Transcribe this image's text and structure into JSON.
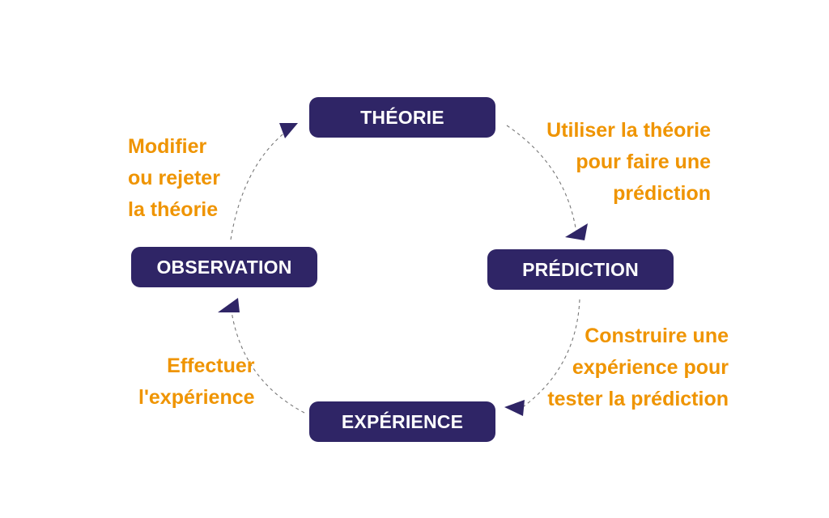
{
  "colors": {
    "node_fill": "#2f2566",
    "node_text": "#ffffff",
    "label_text": "#ef9400",
    "arrow": "#2f2566",
    "dashed_path": "#777777"
  },
  "nodes": {
    "theorie": "THÉORIE",
    "prediction": "PRÉDICTION",
    "experience": "EXPÉRIENCE",
    "observation": "OBSERVATION"
  },
  "labels": {
    "predict": [
      "Utiliser la théorie",
      "pour faire une",
      "prédiction"
    ],
    "build": [
      "Construire une",
      "expérience pour",
      "tester la prédiction"
    ],
    "perform": [
      "Effectuer",
      "l'expérience"
    ],
    "modify": [
      "Modifier",
      "ou rejeter",
      "la théorie"
    ]
  }
}
